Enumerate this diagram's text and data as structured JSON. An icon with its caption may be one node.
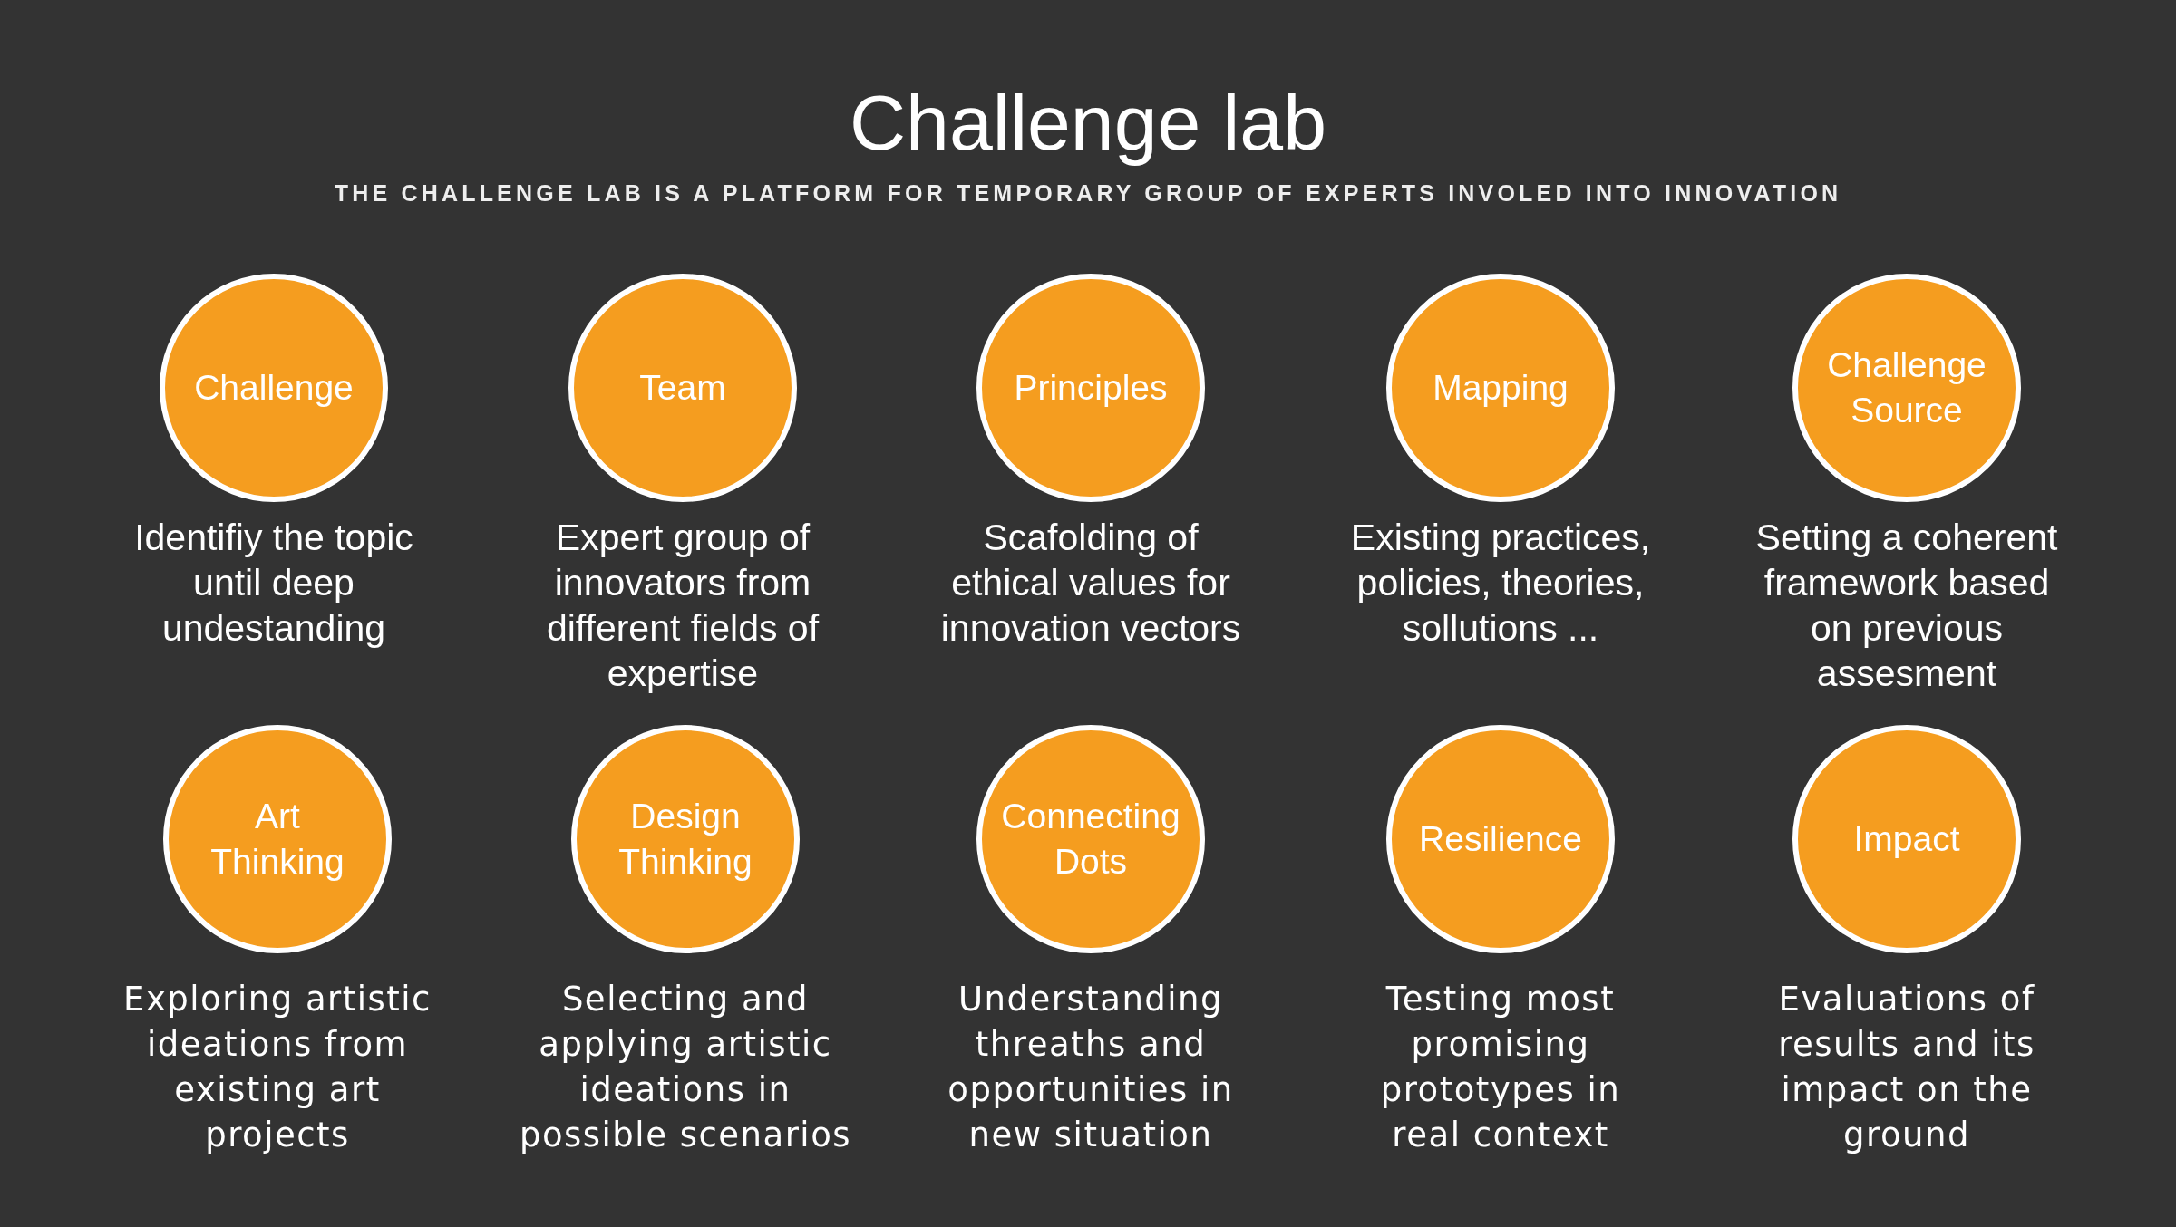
{
  "diagram": {
    "title": "Challenge lab",
    "nodes": [
      {
        "text": [
          "Challenge"
        ],
        "beside": [
          "Identifiy the topic until deep undestanding"
        ]
      },
      {
        "text": [
          "Team"
        ],
        "beside": [
          "Expert group of innovators from different fields of expertise"
        ]
      },
      {
        "text": [
          "Principles"
        ],
        "beside": [
          "Scafolding of ethical values for innovation vectors"
        ]
      },
      {
        "text": [
          "Mapping"
        ],
        "beside": [
          "Existing practices, policies, theories, sollutions ..."
        ]
      },
      {
        "text": [
          "Challenge Source"
        ],
        "beside": [
          "Setting a coherent framework based on previous assesment"
        ]
      },
      {
        "text": [
          "Art Thinking"
        ],
        "beside": [
          "Exploring artistic ideations from existing art projects"
        ]
      },
      {
        "text": [
          "Design Thinking"
        ],
        "beside": [
          "Selecting and applying artistic ideations in possible scenarios"
        ]
      },
      {
        "text": [
          "Connecting Dots"
        ],
        "beside": [
          "Understanding threaths and opportunities in new situation"
        ]
      },
      {
        "text": [
          "Resilience"
        ],
        "beside": [
          "Testing most promising prototypes in real context"
        ]
      },
      {
        "text": [
          "Impact"
        ],
        "beside": [
          "Evaluations of results and its impact on the ground"
        ]
      }
    ],
    "labels": [
      "THE CHALLENGE LAB IS A PLATFORM FOR TEMPORARY GROUP OF EXPERTS INVOLED INTO INNOVATION"
    ]
  }
}
